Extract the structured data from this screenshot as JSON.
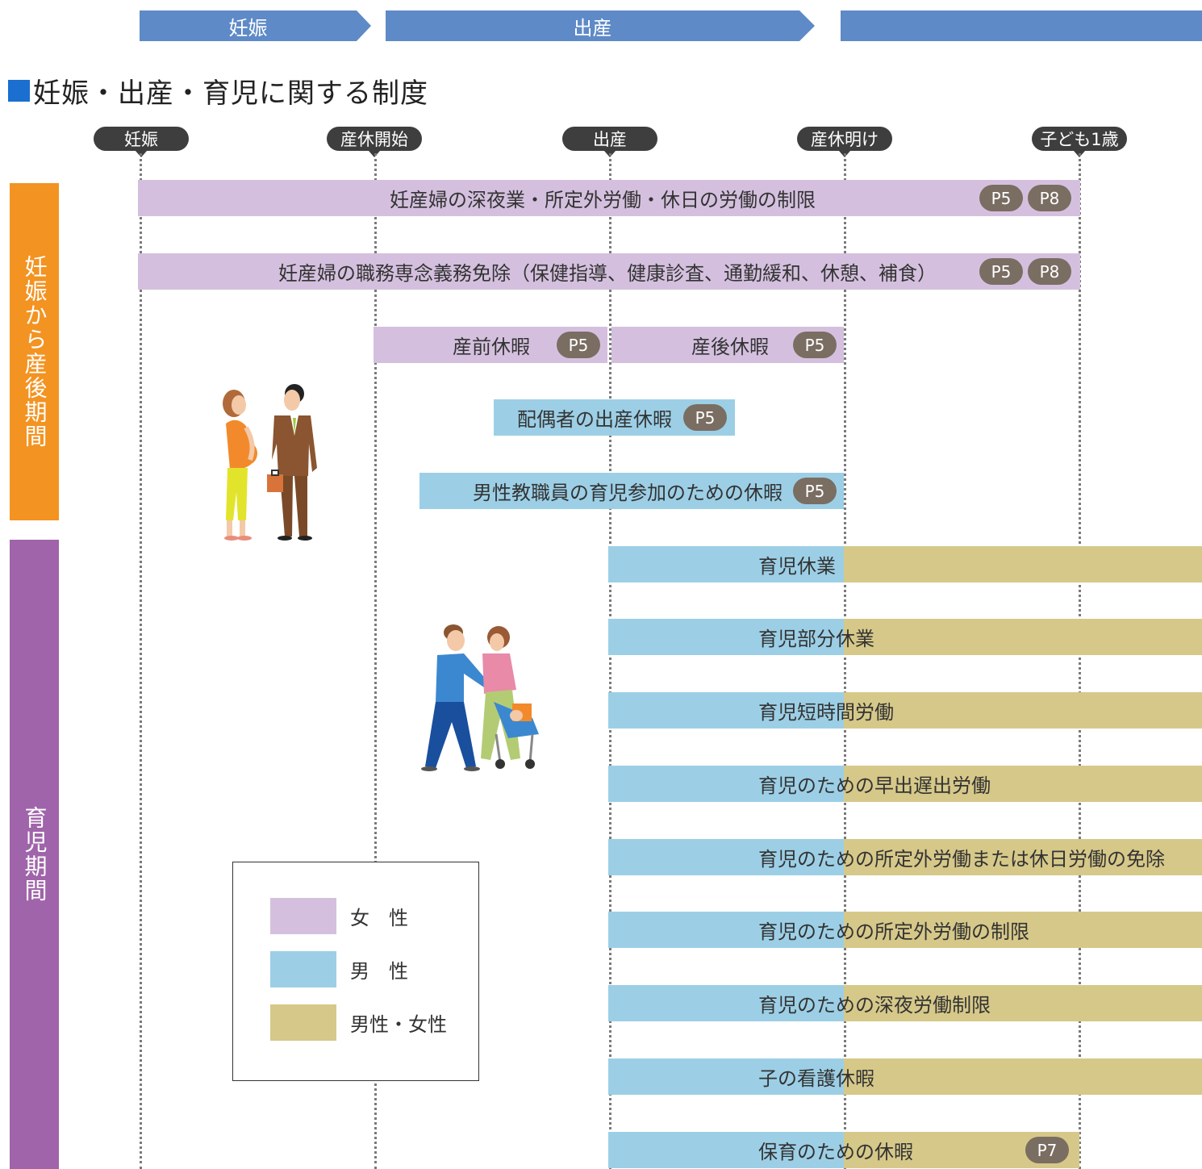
{
  "phases": [
    "妊娠",
    "出産",
    ""
  ],
  "title": "妊娠・出産・育児に関する制度",
  "markers": [
    "妊娠",
    "産休開始",
    "出産",
    "産休明け",
    "子ども1歳"
  ],
  "periods": {
    "pregnancy": "妊娠から産後期間",
    "childcare": "育児期間"
  },
  "bars": {
    "late_night": "妊産婦の深夜業・所定外労働・休日の労働の制限",
    "duty_exemption": "妊産婦の職務専念義務免除（保健指導、健康診査、通勤緩和、休憩、補食）",
    "prenatal": "産前休暇",
    "postnatal": "産後休暇",
    "spouse_birth": "配偶者の出産休暇",
    "male_participation": "男性教職員の育児参加のための休暇",
    "childcare_leave": "育児休業",
    "partial_leave": "育児部分休業",
    "short_hours": "育児短時間労働",
    "early_late": "育児のための早出遅出労働",
    "overtime_exemption": "育児のための所定外労働または休日労働の免除",
    "overtime_limit": "育児のための所定外労働の制限",
    "night_limit": "育児のための深夜労働制限",
    "nursing_leave": "子の看護休暇",
    "nursery_leave": "保育のための休暇"
  },
  "badges": {
    "p5": "P5",
    "p7": "P7",
    "p8": "P8"
  },
  "legend": {
    "female": "女　性",
    "male": "男　性",
    "both": "男性・女性"
  },
  "colors": {
    "female": "#d4c0de",
    "male": "#9ccfe6",
    "both": "#d6c889",
    "pregnancy_period": "#f39321",
    "childcare_period": "#a064aa",
    "phase": "#5e8ac7"
  }
}
